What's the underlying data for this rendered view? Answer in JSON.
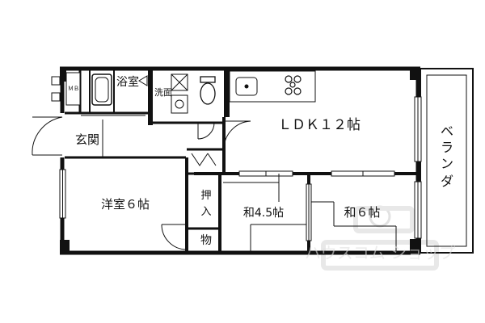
{
  "floor_plan": {
    "rooms": {
      "ldk": "ＬＤＫ１２帖",
      "western": "洋室６帖",
      "japanese_small": "和4.5帖",
      "japanese_large": "和６帖",
      "entrance": "玄関",
      "bath": "浴室",
      "washroom": "洗面",
      "closet_oshiire": "押入",
      "storage": "物",
      "balcony": "ベランダ",
      "meter_box": "ＭＢ"
    },
    "watermark": "ハウスコム ショップ"
  },
  "colors": {
    "wall": "#111111",
    "background": "#ffffff",
    "watermark": "#dddddd"
  }
}
